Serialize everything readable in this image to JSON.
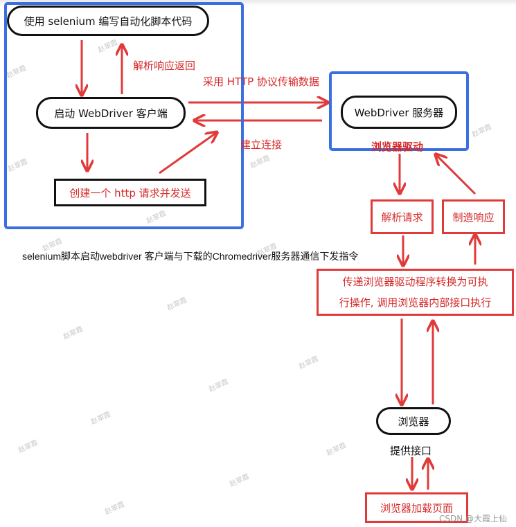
{
  "diagram": {
    "nodes": {
      "write_script": "使用 selenium 编写自动化脚本代码",
      "start_client": "启动 WebDriver 客户端",
      "create_request": "创建一个 http 请求并发送",
      "webdriver_server": "WebDriver 服务器",
      "parse_request": "解析请求",
      "make_response": "制造响应",
      "convert_line1": "传递浏览器驱动程序转换为可执",
      "convert_line2": "行操作, 调用浏览器内部接口执行",
      "browser": "浏览器",
      "load_page": "浏览器加载页面"
    },
    "labels": {
      "parse_response_return": "解析响应返回",
      "http_transfer": "采用 HTTP 协议传输数据",
      "establish_connection": "建立连接",
      "browser_driver": "浏览器驱动",
      "provide_interface": "提供接口"
    },
    "description": "selenium脚本启动webdriver 客户端与下载的Chromedriver服务器通信下发指令",
    "watermark": "赵翠霞",
    "credit": "CSDN @大霞上仙"
  },
  "colors": {
    "group_border": "#3b6fe0",
    "arrow": "#e03a3a",
    "label_text": "#d62828",
    "node_border": "#111111"
  }
}
